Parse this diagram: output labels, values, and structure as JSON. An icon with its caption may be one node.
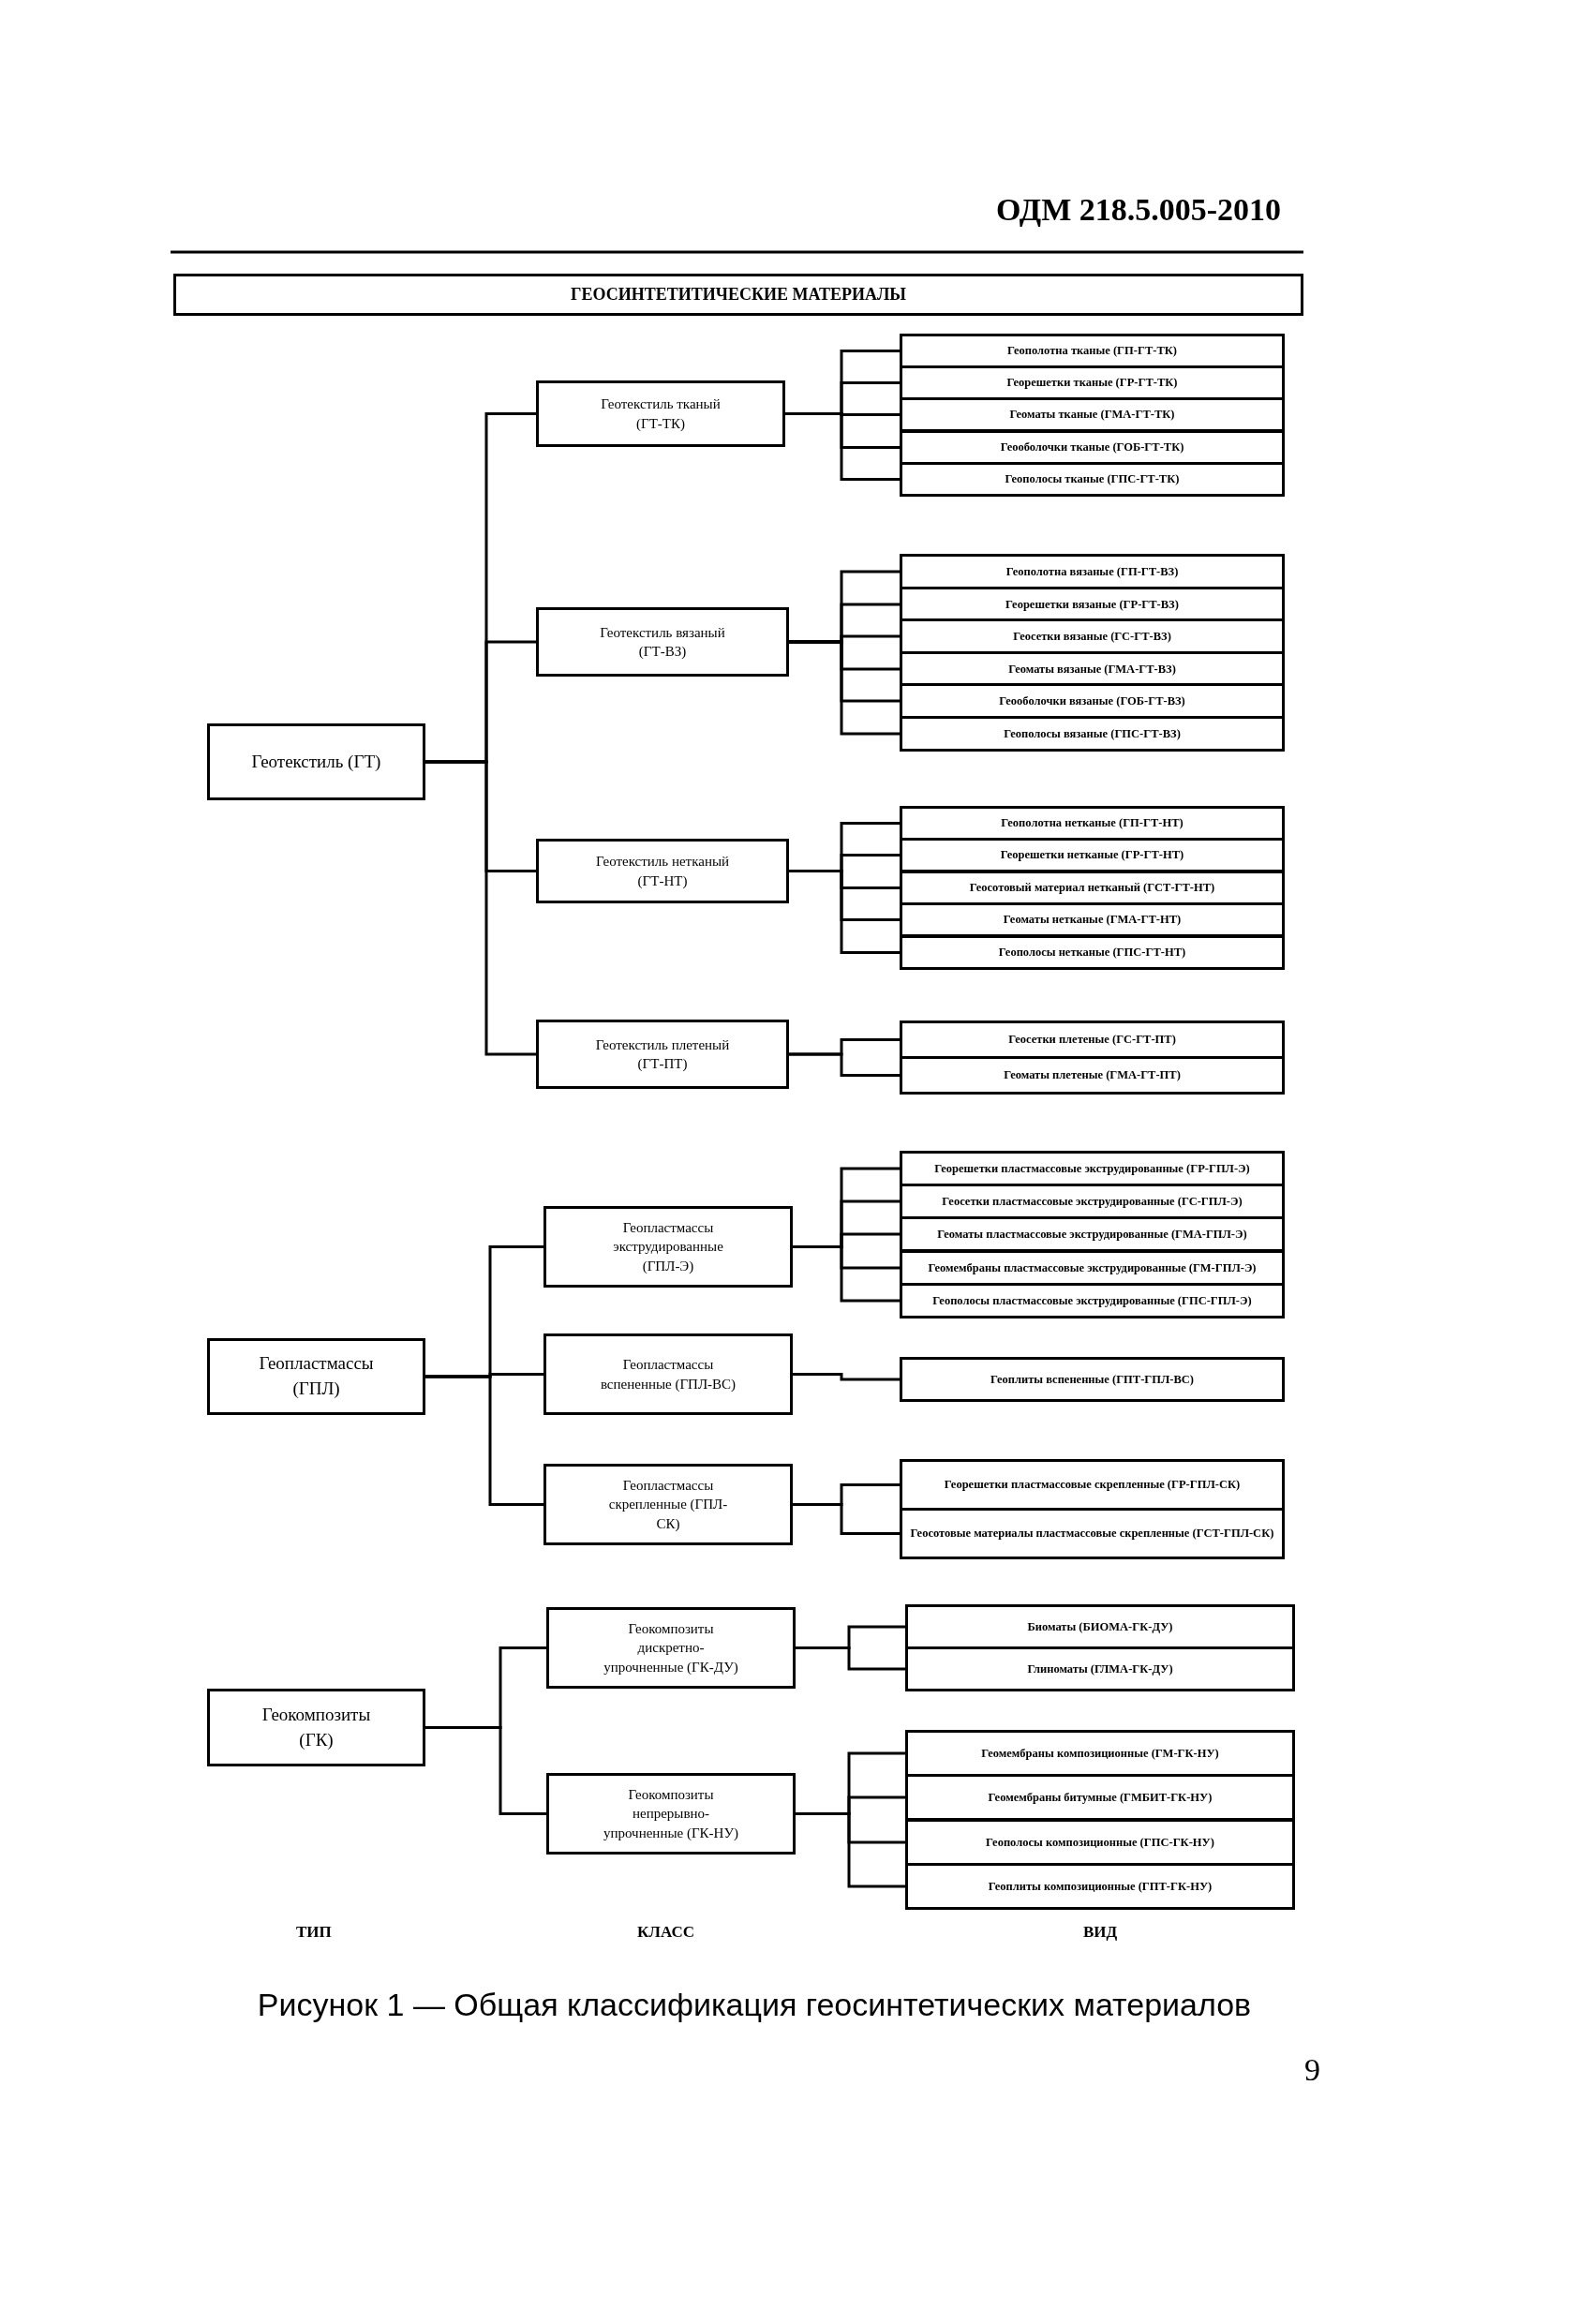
{
  "diagram": {
    "title": "ГЕОСИНТЕТИТИЧЕСКИЕ МАТЕРИАЛЫ",
    "caption": "Рисунок 1 — Общая классификация геосинтетических материалов",
    "nodes": [
      {
        "text": [
          "Геотекстиль (ГТ)"
        ]
      },
      {
        "text": [
          "Геотекстиль тканый (ГТ-ТК)"
        ]
      },
      {
        "text": [
          "Геополотна тканые (ГП-ГТ-ТК)"
        ]
      },
      {
        "text": [
          "Георешетки тканые (ГР-ГТ-ТК)"
        ]
      },
      {
        "text": [
          "Геоматы тканые (ГМА-ГТ-ТК)"
        ]
      },
      {
        "text": [
          "Геооболочки тканые (ГОБ-ГТ-ТК)"
        ]
      },
      {
        "text": [
          "Геополосы тканые (ГПС-ГТ-ТК)"
        ]
      },
      {
        "text": [
          "Геотекстиль вязаный (ГТ-ВЗ)"
        ]
      },
      {
        "text": [
          "Геополотна вязаные (ГП-ГТ-ВЗ)"
        ]
      },
      {
        "text": [
          "Георешетки вязаные (ГР-ГТ-ВЗ)"
        ]
      },
      {
        "text": [
          "Геосетки вязаные (ГС-ГТ-ВЗ)"
        ]
      },
      {
        "text": [
          "Геоматы вязаные (ГМА-ГТ-ВЗ)"
        ]
      },
      {
        "text": [
          "Геооболочки вязаные (ГОБ-ГТ-ВЗ)"
        ]
      },
      {
        "text": [
          "Геополосы вязаные (ГПС-ГТ-ВЗ)"
        ]
      },
      {
        "text": [
          "Геотекстиль нетканый (ГТ-НТ)"
        ]
      },
      {
        "text": [
          "Геополотна нетканые (ГП-ГТ-НТ)"
        ]
      },
      {
        "text": [
          "Георешетки нетканые (ГР-ГТ-НТ)"
        ]
      },
      {
        "text": [
          "Геосотовый материал нетканый (ГСТ-ГТ-НТ)"
        ]
      },
      {
        "text": [
          "Геоматы нетканые (ГМА-ГТ-НТ)"
        ]
      },
      {
        "text": [
          "Геополосы нетканые (ГПС-ГТ-НТ)"
        ]
      },
      {
        "text": [
          "Геотекстиль плетеный (ГТ-ПТ)"
        ]
      },
      {
        "text": [
          "Геосетки плетеные (ГС-ГТ-ПТ)"
        ]
      },
      {
        "text": [
          "Геоматы плетеные (ГМА-ГТ-ПТ)"
        ]
      },
      {
        "text": [
          "Геопластмассы (ГПЛ)"
        ]
      },
      {
        "text": [
          "Геопластмассы экструдированные (ГПЛ-Э)"
        ]
      },
      {
        "text": [
          "Георешетки пластмассовые экструдированные (ГР-ГПЛ-Э)"
        ]
      },
      {
        "text": [
          "Геосетки пластмассовые экструдированные (ГС-ГПЛ-Э)"
        ]
      },
      {
        "text": [
          "Геоматы пластмассовые экструдированные (ГМА-ГПЛ-Э)"
        ]
      },
      {
        "text": [
          "Геомембраны пластмассовые экструдированные (ГМ-ГПЛ-Э)"
        ]
      },
      {
        "text": [
          "Геополосы пластмассовые экструдированные (ГПС-ГПЛ-Э)"
        ]
      },
      {
        "text": [
          "Геопластмассы вспененные (ГПЛ-ВС)"
        ]
      },
      {
        "text": [
          "Геоплиты вспененные (ГПТ-ГПЛ-ВС)"
        ]
      },
      {
        "text": [
          "Геопластмассы скрепленные (ГПЛ-СК)"
        ]
      },
      {
        "text": [
          "Георешетки пластмассовые скрепленные (ГР-ГПЛ-СК)"
        ]
      },
      {
        "text": [
          "Геосотовые материалы пластмассовые скрепленные (ГСТ-ГПЛ-СК)"
        ]
      },
      {
        "text": [
          "Геокомпозиты (ГК)"
        ]
      },
      {
        "text": [
          "Геокомпозиты дискретно-упрочненные (ГК-ДУ)"
        ]
      },
      {
        "text": [
          "Биоматы (БИОМА-ГК-ДУ)"
        ]
      },
      {
        "text": [
          "Глиноматы (ГЛМА-ГК-ДУ)"
        ]
      },
      {
        "text": [
          "Геокомпозиты непрерывно-упрочненные (ГК-НУ)"
        ]
      },
      {
        "text": [
          "Геомембраны композиционные (ГМ-ГК-НУ)"
        ]
      },
      {
        "text": [
          "Геомембраны битумные (ГМБИТ-ГК-НУ)"
        ]
      },
      {
        "text": [
          "Геополосы композиционные (ГПС-ГК-НУ)"
        ]
      },
      {
        "text": [
          "Геоплиты композиционные (ГПТ-ГК-НУ)"
        ]
      }
    ],
    "edges": [
      {
        "from": 0,
        "to": 1,
        "arrow": "none"
      },
      {
        "from": 0,
        "to": 7,
        "arrow": "none"
      },
      {
        "from": 0,
        "to": 14,
        "arrow": "none"
      },
      {
        "from": 0,
        "to": 20,
        "arrow": "none"
      },
      {
        "from": 1,
        "to": 2,
        "arrow": "none"
      },
      {
        "from": 1,
        "to": 3,
        "arrow": "none"
      },
      {
        "from": 1,
        "to": 4,
        "arrow": "none"
      },
      {
        "from": 1,
        "to": 5,
        "arrow": "none"
      },
      {
        "from": 1,
        "to": 6,
        "arrow": "none"
      },
      {
        "from": 7,
        "to": 8,
        "arrow": "none"
      },
      {
        "from": 7,
        "to": 9,
        "arrow": "none"
      },
      {
        "from": 7,
        "to": 10,
        "arrow": "none"
      },
      {
        "from": 7,
        "to": 11,
        "arrow": "none"
      },
      {
        "from": 7,
        "to": 12,
        "arrow": "none"
      },
      {
        "from": 7,
        "to": 13,
        "arrow": "none"
      },
      {
        "from": 14,
        "to": 15,
        "arrow": "none"
      },
      {
        "from": 14,
        "to": 16,
        "arrow": "none"
      },
      {
        "from": 14,
        "to": 17,
        "arrow": "none"
      },
      {
        "from": 14,
        "to": 18,
        "arrow": "none"
      },
      {
        "from": 14,
        "to": 19,
        "arrow": "none"
      },
      {
        "from": 20,
        "to": 21,
        "arrow": "none"
      },
      {
        "from": 20,
        "to": 22,
        "arrow": "none"
      },
      {
        "from": 23,
        "to": 24,
        "arrow": "none"
      },
      {
        "from": 23,
        "to": 30,
        "arrow": "none"
      },
      {
        "from": 23,
        "to": 32,
        "arrow": "none"
      },
      {
        "from": 24,
        "to": 25,
        "arrow": "none"
      },
      {
        "from": 24,
        "to": 26,
        "arrow": "none"
      },
      {
        "from": 24,
        "to": 27,
        "arrow": "none"
      },
      {
        "from": 24,
        "to": 28,
        "arrow": "none"
      },
      {
        "from": 24,
        "to": 29,
        "arrow": "none"
      },
      {
        "from": 30,
        "to": 31,
        "arrow": "none"
      },
      {
        "from": 32,
        "to": 33,
        "arrow": "none"
      },
      {
        "from": 32,
        "to": 34,
        "arrow": "none"
      },
      {
        "from": 35,
        "to": 36,
        "arrow": "none"
      },
      {
        "from": 35,
        "to": 39,
        "arrow": "none"
      },
      {
        "from": 36,
        "to": 37,
        "arrow": "none"
      },
      {
        "from": 36,
        "to": 38,
        "arrow": "none"
      },
      {
        "from": 39,
        "to": 40,
        "arrow": "none"
      },
      {
        "from": 39,
        "to": 41,
        "arrow": "none"
      },
      {
        "from": 39,
        "to": 42,
        "arrow": "none"
      },
      {
        "from": 39,
        "to": 43,
        "arrow": "none"
      }
    ],
    "labels": [
      "ОДМ 218.5.005-2010",
      "ТИП",
      "КЛАСС",
      "ВИД",
      "9"
    ]
  }
}
